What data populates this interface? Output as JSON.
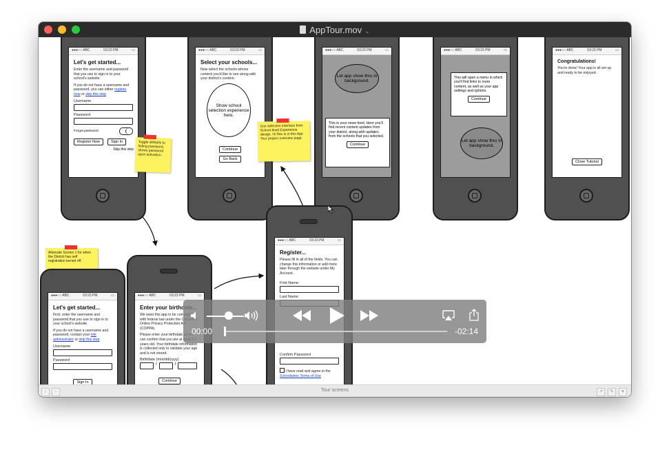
{
  "window": {
    "title": "AppTour.mov"
  },
  "canvas": {
    "bottom_label": "Tour screens"
  },
  "status": {
    "carrier": "●●●○○ ABC",
    "time": "03:23 PM"
  },
  "screen1": {
    "title": "Let's get started...",
    "body1": "Enter the username and password that you use to sign in to your school's website.",
    "body2": "If you do not have a username and password, you can either",
    "link1": "register now",
    "or": "or",
    "link2": "skip this step",
    "username": "Username",
    "password": "Password",
    "forgot": "Forgot password",
    "register": "Register Now",
    "signin": "Sign In",
    "skip": "Skip this step"
  },
  "note_toggle": "Toggle defaults to hiding password, shows password upon activation.",
  "screen2": {
    "title": "Select your schools...",
    "body": "Now select the schools whose content you'd like to see along with your district's content.",
    "oval": "Show school selection experience here.",
    "continue": "Continue",
    "goback": "Go Back"
  },
  "note_selection": "Use selection interface from School-level Experience design. Hi Rex is in this App Tour project overview page.",
  "screen3": {
    "oval": "Let app show thru in background.",
    "card": "This is your news feed. Here you'll find recent content updates from your district, along with updates from the schools that you selected.",
    "continue": "Continue"
  },
  "screen4": {
    "card": "This will open a menu in which you'll find links to more content, as well as your app settings and options.",
    "continue": "Continue",
    "oval": "Let app show thru in background."
  },
  "screen5": {
    "title": "Congratulations!",
    "body": "You're done! Your app is all set up and ready to be enjoyed.",
    "close": "Close Tutorial"
  },
  "note_alt": "Alternate Screen 1 for when the District has self registration turned off.",
  "screen6": {
    "title": "Let's get started...",
    "body1": "First, enter the username and password that you use to sign in to your school's website.",
    "body2": "If you do not have a username and password, contact your",
    "link1": "site administrator",
    "or": "or",
    "link2": "skip this step",
    "username": "Username",
    "password": "Password",
    "signin": "Sign In"
  },
  "screen7": {
    "title": "Enter your birthdate...",
    "body1": "We want this app to be compliant with federal law under the Children's Online Privacy Protection Act (COPPA).",
    "body2": "Please enter your birthdate so we can confirm that you are at least 13 years old. Your birthdate information is collected only to validate your age and is not stored.",
    "birthdate": "Birthdate (mm/dd/yyyy)",
    "continue": "Continue"
  },
  "screen8": {
    "title": "Register...",
    "body": "Please fill in all of the fields. You can change this information or add more later through the website under My Account.",
    "first": "First Name:",
    "last": "Last Name:",
    "confirm": "Confirm Password",
    "agree": "I have read and agree to the",
    "terms": "Schoolwires Terms of Use"
  },
  "player": {
    "current": "00:00",
    "remaining": "-02:14",
    "progress": 0.0,
    "volume": 0.6,
    "icons": [
      "volume-low-icon",
      "volume-high-icon",
      "rewind-icon",
      "play-icon",
      "fast-forward-icon",
      "airplay-icon",
      "share-icon"
    ]
  }
}
